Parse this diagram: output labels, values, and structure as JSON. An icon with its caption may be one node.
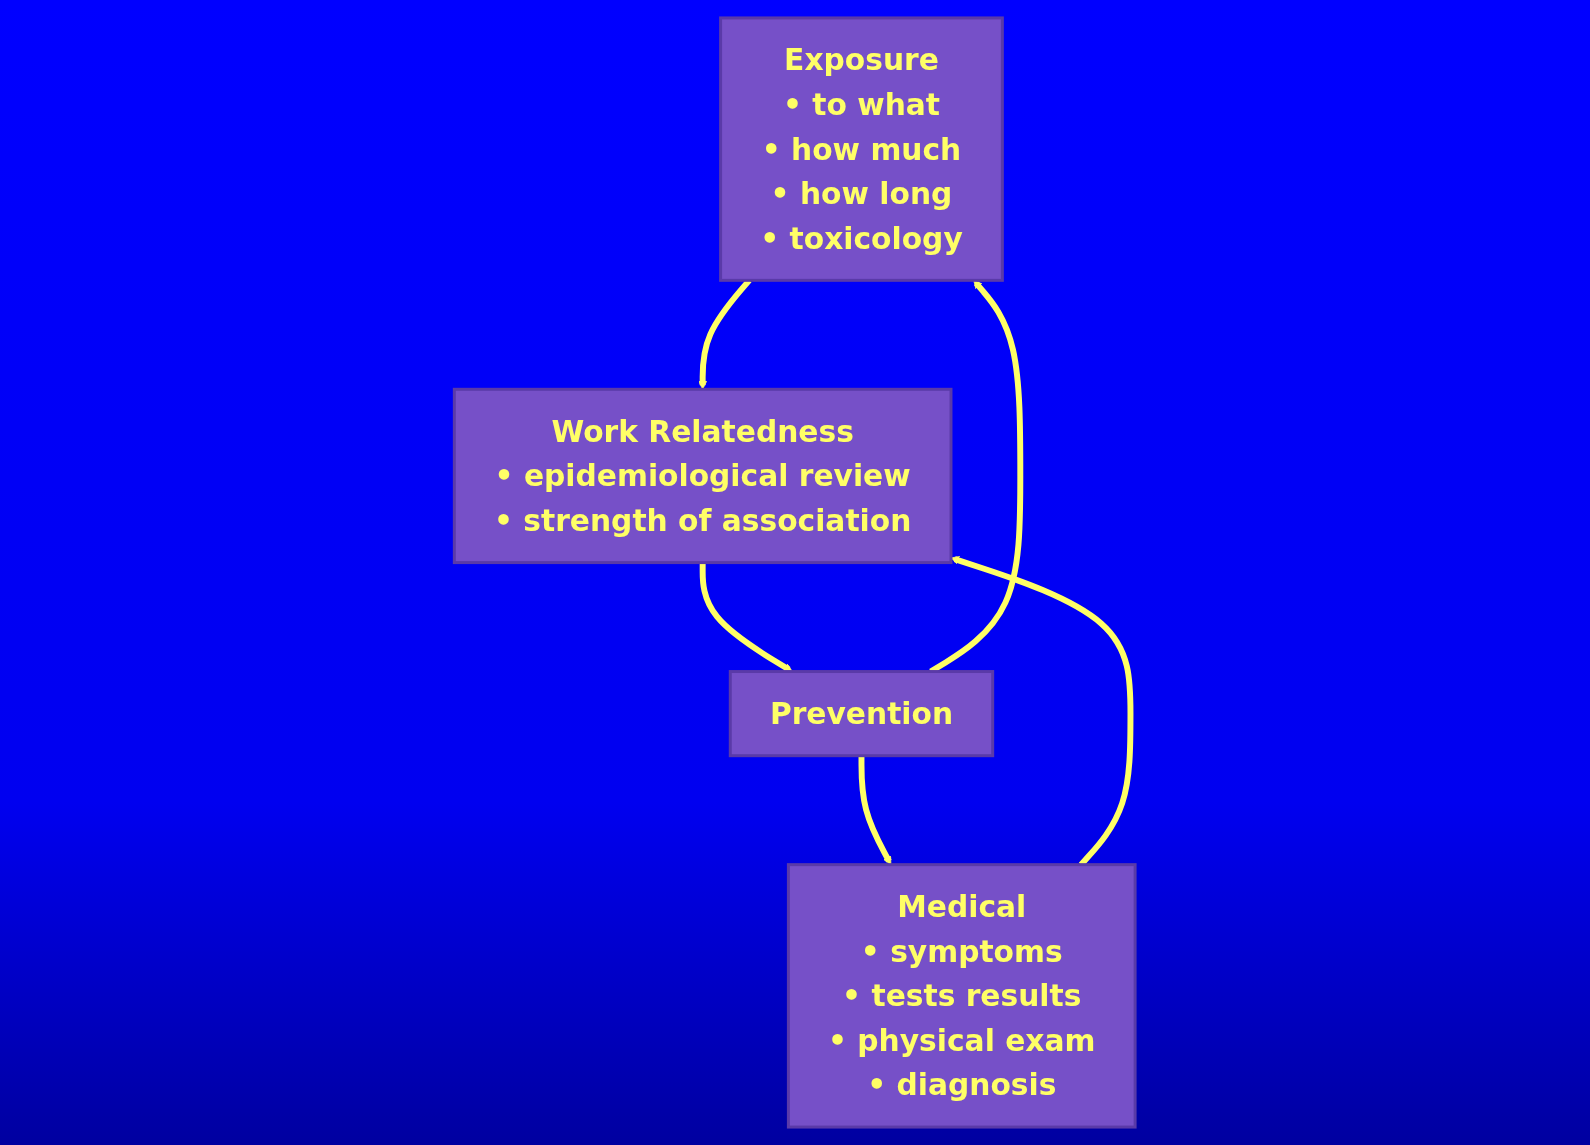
{
  "diagram": {
    "nodes": [
      {
        "text": [
          "Exposure",
          "• to what",
          "• how much",
          "• how long",
          "• toxicology"
        ]
      },
      {
        "text": [
          "Medical",
          "• symptoms",
          "• tests results",
          "• physical exam",
          "• diagnosis"
        ]
      },
      {
        "text": [
          "Work Relatedness",
          "• epidemiological review",
          "• strength of association"
        ]
      },
      {
        "text": [
          "Prevention"
        ]
      }
    ],
    "edges": [
      {
        "from": 0,
        "to": 2,
        "arrow": "to"
      },
      {
        "from": 1,
        "to": 2,
        "arrow": "to"
      },
      {
        "from": 2,
        "to": 3,
        "arrow": "to"
      },
      {
        "from": 3,
        "to": 0,
        "arrow": "to"
      },
      {
        "from": 3,
        "to": 1,
        "arrow": "to"
      }
    ]
  }
}
